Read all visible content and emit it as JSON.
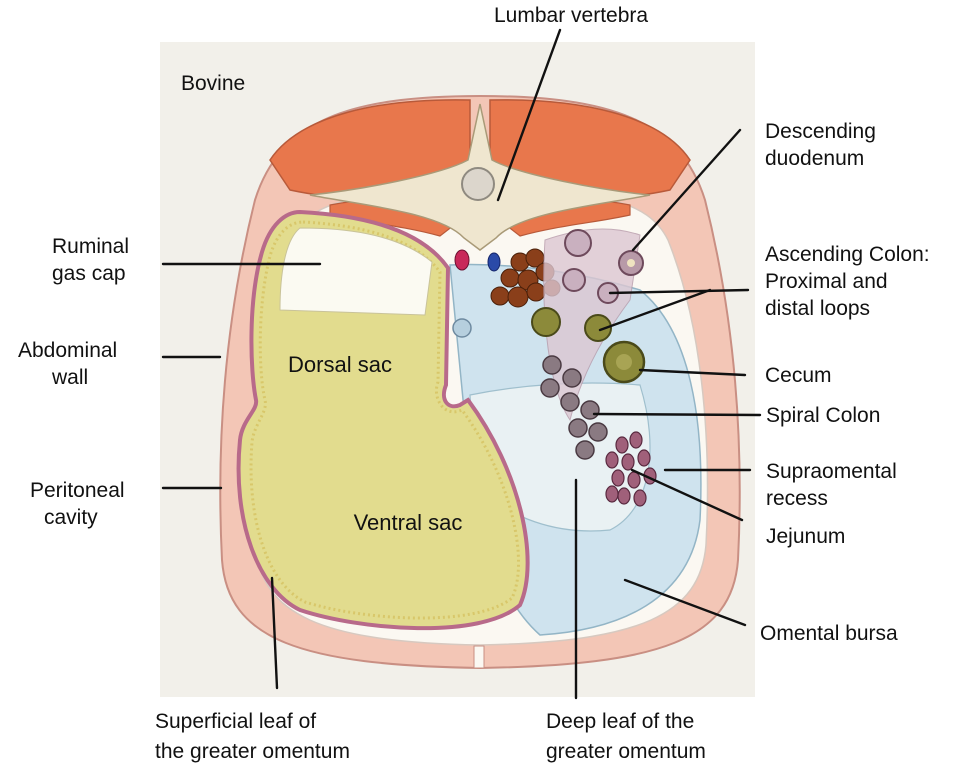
{
  "species_label": "Bovine",
  "inner_labels": {
    "dorsal_sac": "Dorsal sac",
    "ventral_sac": "Ventral sac"
  },
  "labels": {
    "lumbar_vertebra": "Lumbar vertebra",
    "descending_duodenum": [
      "Descending",
      "duodenum"
    ],
    "ascending_colon": [
      "Ascending Colon:",
      "Proximal and",
      "distal loops"
    ],
    "cecum": "Cecum",
    "spiral_colon": "Spiral Colon",
    "supraomental_recess": [
      "Supraomental",
      "recess"
    ],
    "jejunum": "Jejunum",
    "omental_bursa": "Omental bursa",
    "ruminal_gas_cap": [
      "Ruminal",
      "gas cap"
    ],
    "abdominal_wall": [
      "Abdominal",
      "wall"
    ],
    "peritoneal_cavity": [
      "Peritoneal",
      "cavity"
    ],
    "superficial_leaf": [
      "Superficial leaf of",
      "the greater omentum"
    ],
    "deep_leaf": [
      "Deep leaf of the",
      "greater omentum"
    ]
  },
  "colors": {
    "background_panel": "#f2f0ea",
    "muscle": "#e8774c",
    "abdominal_wall": "#f3c6b6",
    "peritoneal_cavity": "#fbf8f2",
    "bursa": "#cfe3ee",
    "rumen": "#e2dc8e",
    "gas_cap": "#fbfaf2",
    "rumen_wall": "#b86a8a",
    "vertebra": "#efe6cf",
    "kidney_dark": "#8a3f1a",
    "intestine": "#b89aa8",
    "colon": "#8c8a3a",
    "jejunum": "#a0607a"
  }
}
